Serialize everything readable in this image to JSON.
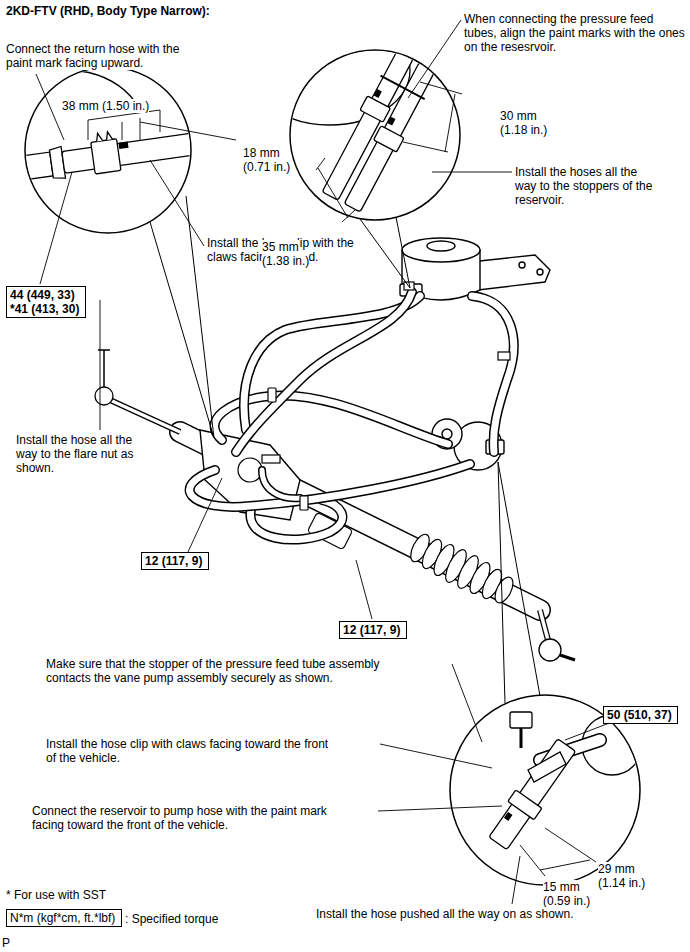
{
  "diagram": {
    "title": "2KD-FTV (RHD, Body Type Narrow):",
    "nodes": [
      {
        "text": [
          "44 (449, 33)",
          "*41 (413, 30)"
        ]
      },
      {
        "text": [
          "12 (117, 9)"
        ]
      },
      {
        "text": [
          "12 (117, 9)"
        ]
      },
      {
        "text": [
          "50 (510, 37)"
        ]
      },
      {
        "text": [
          "N*m (kgf*cm, ft.*lbf)"
        ]
      }
    ],
    "labels": [
      "Connect the return hose with the paint mark facing upward.",
      "38 mm (1.50 in.)",
      "18 mm (0.71 in.)",
      "Install the hose clip with the claws facing upward.",
      "Install the hose all the way to the flare nut as shown.",
      "When connecting the pressure feed tubes, align the paint marks with the ones on the resesrvoir.",
      "30 mm (1.18 in.)",
      "Install the hoses all the way to the stoppers of the reservoir.",
      "35 mm (1.38 in.)",
      "Make sure that the stopper of the pressure feed tube assembly contacts the vane pump assembly securely as shown.",
      "Install the hose clip with claws facing toward the front of the vehicle.",
      "Connect the reservoir to pump hose with the paint mark facing toward the front of the vehicle.",
      "29 mm (1.14 in.)",
      "15 mm (0.59 in.)",
      "* For use with SST",
      ": Specified torque",
      "Install the hose pushed all the way on as shown.",
      "P"
    ]
  }
}
